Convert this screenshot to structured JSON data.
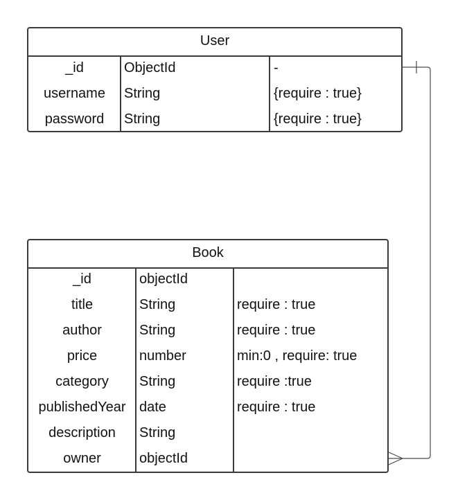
{
  "entities": {
    "user": {
      "title": "User",
      "fields": [
        {
          "name": "_id",
          "type": "ObjectId",
          "constraint": "-"
        },
        {
          "name": "username",
          "type": "String",
          "constraint": "{require : true}"
        },
        {
          "name": "password",
          "type": "String",
          "constraint": "{require : true}"
        }
      ]
    },
    "book": {
      "title": "Book",
      "fields": [
        {
          "name": "_id",
          "type": "objectId",
          "constraint": ""
        },
        {
          "name": "title",
          "type": "String",
          "constraint": "require : true"
        },
        {
          "name": "author",
          "type": "String",
          "constraint": "require : true"
        },
        {
          "name": "price",
          "type": "number",
          "constraint": "min:0 , require: true"
        },
        {
          "name": "category",
          "type": "String",
          "constraint": "require :true"
        },
        {
          "name": "publishedYear",
          "type": "date",
          "constraint": "require : true"
        },
        {
          "name": "description",
          "type": "String",
          "constraint": ""
        },
        {
          "name": "owner",
          "type": "objectId",
          "constraint": ""
        }
      ]
    }
  },
  "relationship": {
    "from": "user",
    "to": "book",
    "from_cardinality": "one",
    "to_cardinality": "many"
  }
}
